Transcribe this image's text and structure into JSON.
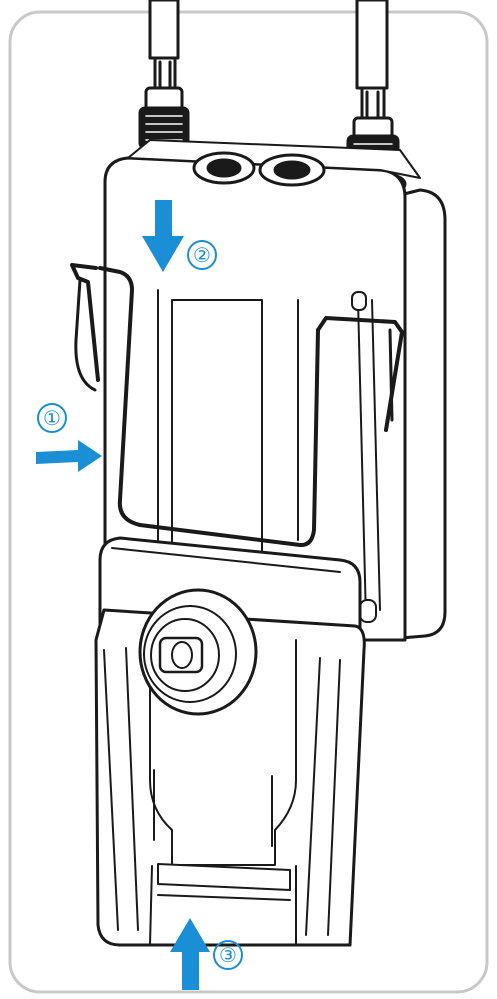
{
  "colors": {
    "line": "#1a1a1a",
    "fill": "#ffffff",
    "shade": "#dcdcdc",
    "accent": "#1a8fd6",
    "frame": "#c8c8c8"
  },
  "steps": [
    {
      "label": "①",
      "icon": "arrow-right-icon"
    },
    {
      "label": "②",
      "icon": "arrow-down-icon"
    },
    {
      "label": "③",
      "icon": "arrow-up-icon"
    }
  ]
}
